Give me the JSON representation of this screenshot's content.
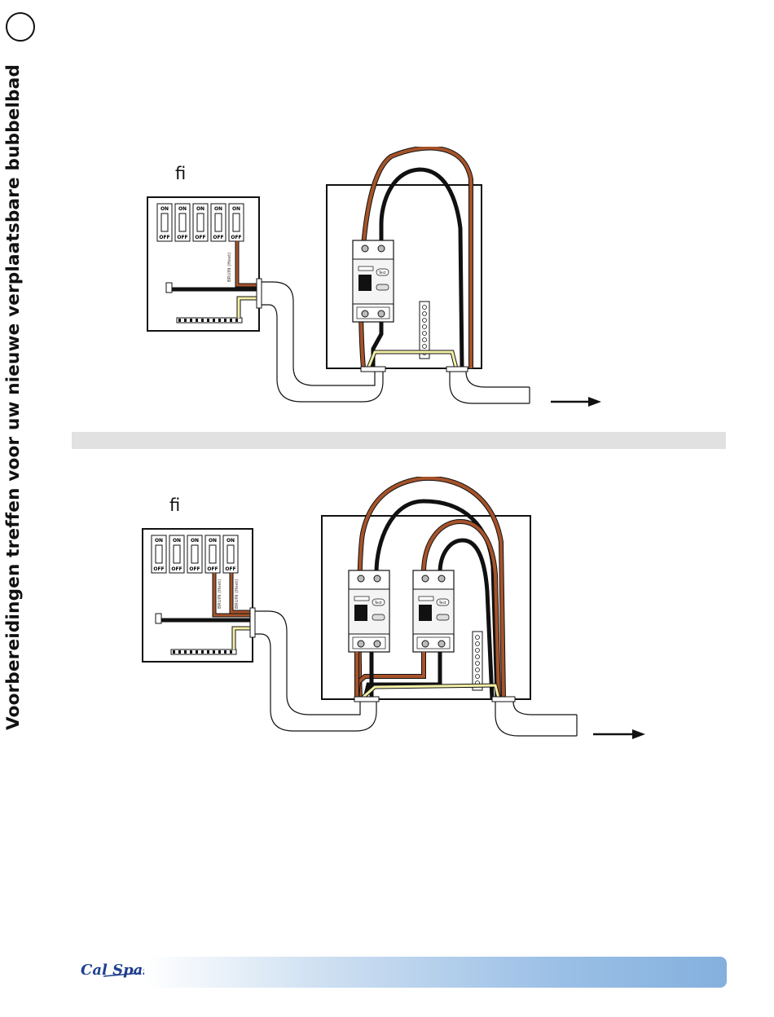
{
  "side_title": "Voorbereidingen treffen voor uw nieuwe verplaatsbare bubbelbad",
  "diagram_top": {
    "marker": "fi",
    "breakers": [
      "ON",
      "ON",
      "ON",
      "ON",
      "ON"
    ],
    "breakers_off": [
      "OFF",
      "OFF",
      "OFF",
      "OFF",
      "OFF"
    ],
    "wire_label": "BRUIN (Heet)",
    "gfci_test_label": "Test"
  },
  "diagram_bottom": {
    "marker": "fi",
    "breakers": [
      "ON",
      "ON",
      "ON",
      "ON",
      "ON"
    ],
    "breakers_off": [
      "OFF",
      "OFF",
      "OFF",
      "OFF",
      "OFF"
    ],
    "wire_label_1": "BRUIN (Heet)",
    "wire_label_2": "BRUIN (Heet)",
    "gfci_test_label_1": "Test",
    "gfci_test_label_2": "Test"
  },
  "footer": {
    "logo_text": "Cal Spas",
    "brand_color": "#1f3f8f",
    "bar_color": "#84b0de"
  },
  "colors": {
    "brown_wire": "#a6532a",
    "black_wire": "#111111",
    "neutral_wire": "#f3f0a6"
  }
}
